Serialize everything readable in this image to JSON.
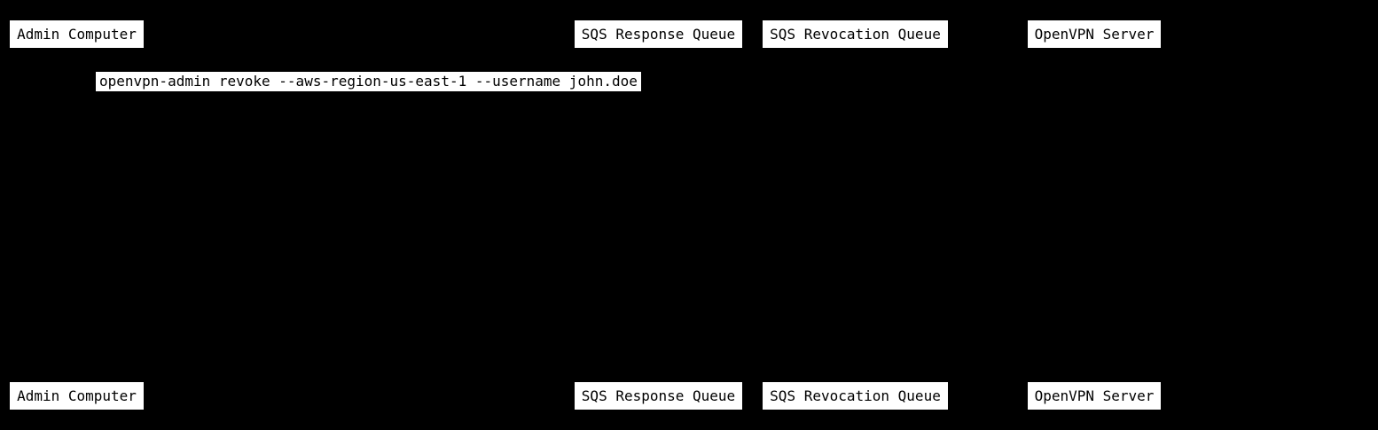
{
  "diagram": {
    "type": "sequence-diagram",
    "colors": {
      "background": "#000000",
      "box_fill": "#ffffff",
      "box_text": "#000000"
    },
    "participants": [
      {
        "label": "Admin Computer"
      },
      {
        "label": "SQS Response Queue"
      },
      {
        "label": "SQS Revocation Queue"
      },
      {
        "label": "OpenVPN Server"
      }
    ],
    "messages": [
      {
        "label": "openvpn-admin revoke --aws-region-us-east-1 --username john.doe"
      }
    ]
  }
}
